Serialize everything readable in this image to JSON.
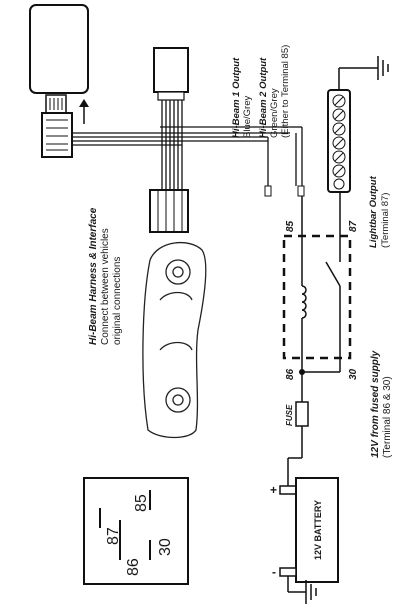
{
  "harness": {
    "title": "Hi-Beam Harness & Interface",
    "line1": "Connect between vehicles",
    "line2": "original connections"
  },
  "outputs": {
    "hb1_title": "Hi-Beam 1 Output",
    "hb1_color": "Blue/Grey",
    "hb2_title": "Hi-Beam 2 Output",
    "hb2_color": "Green/Grey",
    "hb2_note": "(Either to Terminal 85)"
  },
  "lightbar": {
    "title": "Lightbar Output",
    "note": "(Terminal 87)"
  },
  "supply": {
    "title": "12V from fused supply",
    "note": "(Terminal 86 & 30)"
  },
  "fuse_label": "FUSE",
  "battery": {
    "label": "12V BATTERY",
    "plus": "+",
    "minus": "-"
  },
  "relay_terminals": {
    "t85": "85",
    "t87": "87",
    "t86": "86",
    "t30": "30"
  },
  "relay_legend": {
    "t87": "87",
    "t85": "85",
    "t86": "86",
    "t30": "30"
  }
}
